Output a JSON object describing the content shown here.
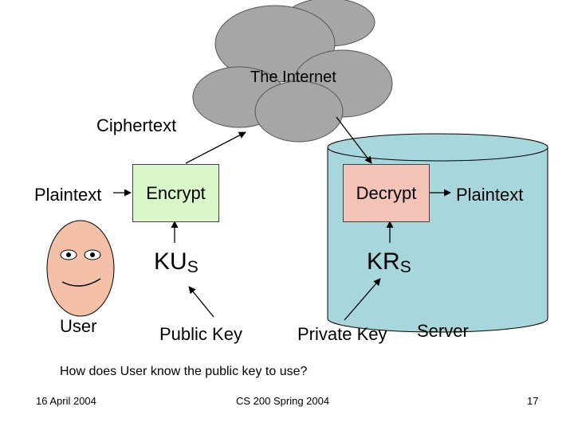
{
  "colors": {
    "cloud": "#a6a6a6",
    "server_fill": "#a7d6dc",
    "encrypt_fill": "#d9f7c8",
    "decrypt_fill": "#f4c3b8",
    "face_fill": "#f5c0a8"
  },
  "icons": {
    "network": "cloud",
    "user": "face",
    "server": "cylinder"
  },
  "network": {
    "label": "The Internet"
  },
  "flow": {
    "ciphertext_label": "Ciphertext",
    "plaintext_in": "Plaintext",
    "encrypt_label": "Encrypt",
    "decrypt_label": "Decrypt",
    "plaintext_out": "Plaintext"
  },
  "keys": {
    "public_symbol": "KU",
    "public_sub": "S",
    "private_symbol": "KR",
    "private_sub": "S",
    "public_label": "Public Key",
    "private_label": "Private Key"
  },
  "actors": {
    "user": "User",
    "server": "Server"
  },
  "question": "How does User know the public key to use?",
  "footer": {
    "date": "16 April 2004",
    "course": "CS 200 Spring 2004",
    "page": "17"
  }
}
